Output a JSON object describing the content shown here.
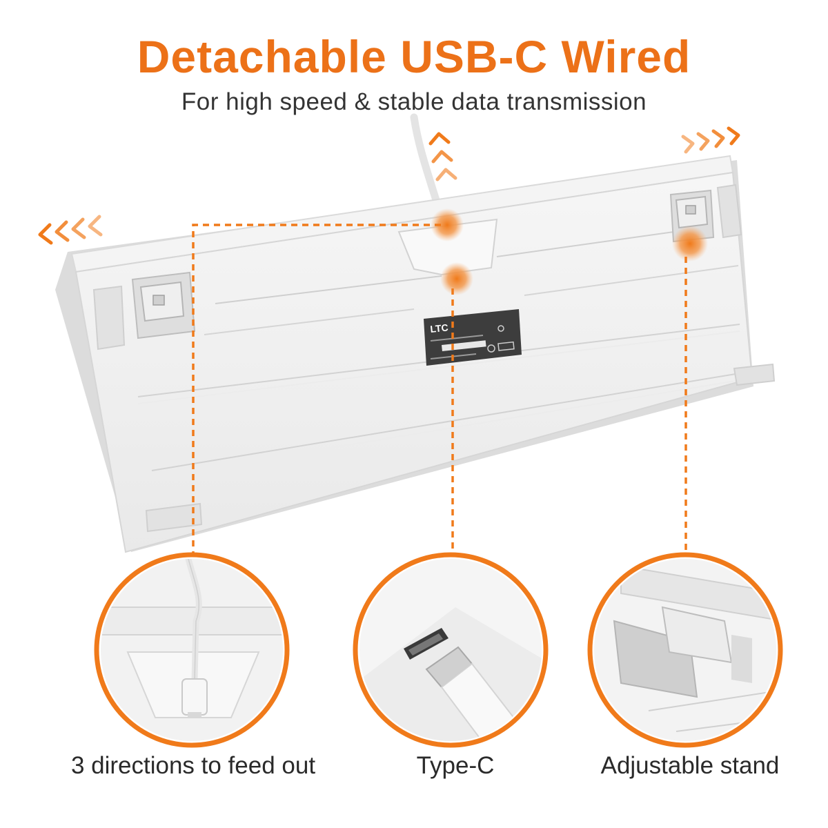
{
  "header": {
    "title": "Detachable USB-C Wired",
    "subtitle": "For high speed & stable data transmission"
  },
  "callouts": [
    {
      "label": "3 directions to feed out"
    },
    {
      "label": "Type-C"
    },
    {
      "label": "Adjustable stand"
    }
  ],
  "label_plate": {
    "brand": "LTC"
  },
  "colors": {
    "accent": "#f07a1a",
    "title": "#ec7118",
    "body": "#f1f1f1",
    "edge": "#d8d8d8"
  },
  "icons": [
    "chevron-left-arrows-icon",
    "chevron-up-arrows-icon",
    "chevron-right-arrows-icon"
  ]
}
